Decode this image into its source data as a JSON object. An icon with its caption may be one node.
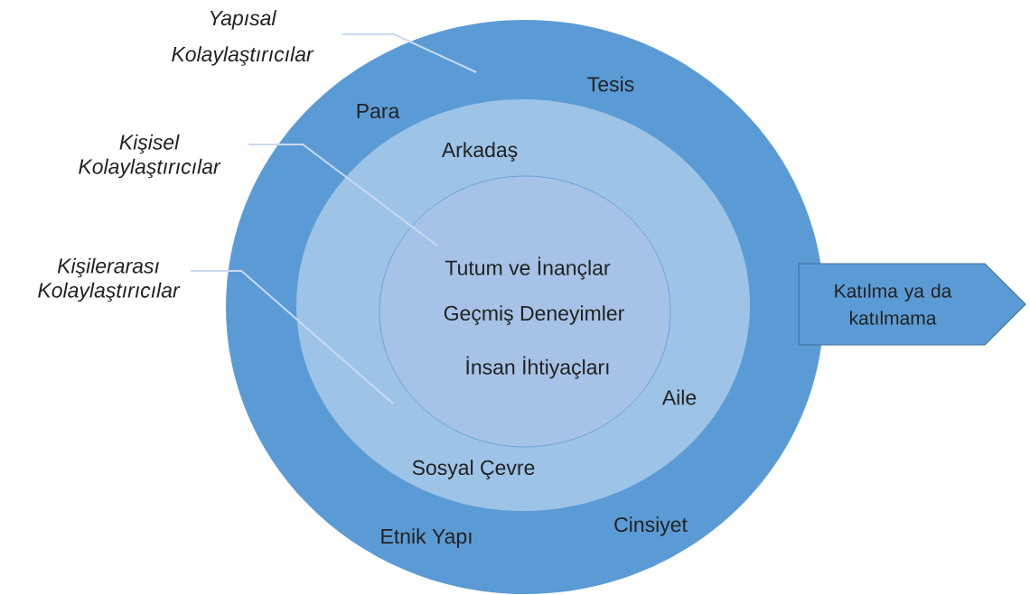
{
  "diagram": {
    "nodes": [
      {
        "text": [
          "Tesis",
          "Para",
          "Etnik Yapı",
          "Cinsiyet"
        ]
      },
      {
        "text": [
          "Arkadaş",
          "Aile",
          "Sosyal Çevre"
        ],
        "in": 0
      },
      {
        "text": [
          "Tutum ve İnançlar",
          "Geçmiş Deneyimler",
          "İnsan İhtiyaçları"
        ],
        "in": 1
      },
      {
        "text": [
          "Yapısal Kolaylaştırıcılar"
        ]
      },
      {
        "text": [
          "Kişisel Kolaylaştırıcılar"
        ]
      },
      {
        "text": [
          "Kişilerarası Kolaylaştırıcılar"
        ]
      },
      {
        "text": [
          "Katılma ya da katılmama"
        ]
      }
    ],
    "edges": [
      {
        "from": 3,
        "to": 0,
        "arrow": "none"
      },
      {
        "from": 4,
        "to": 2,
        "arrow": "none"
      },
      {
        "from": 5,
        "to": 1,
        "arrow": "none"
      }
    ]
  }
}
